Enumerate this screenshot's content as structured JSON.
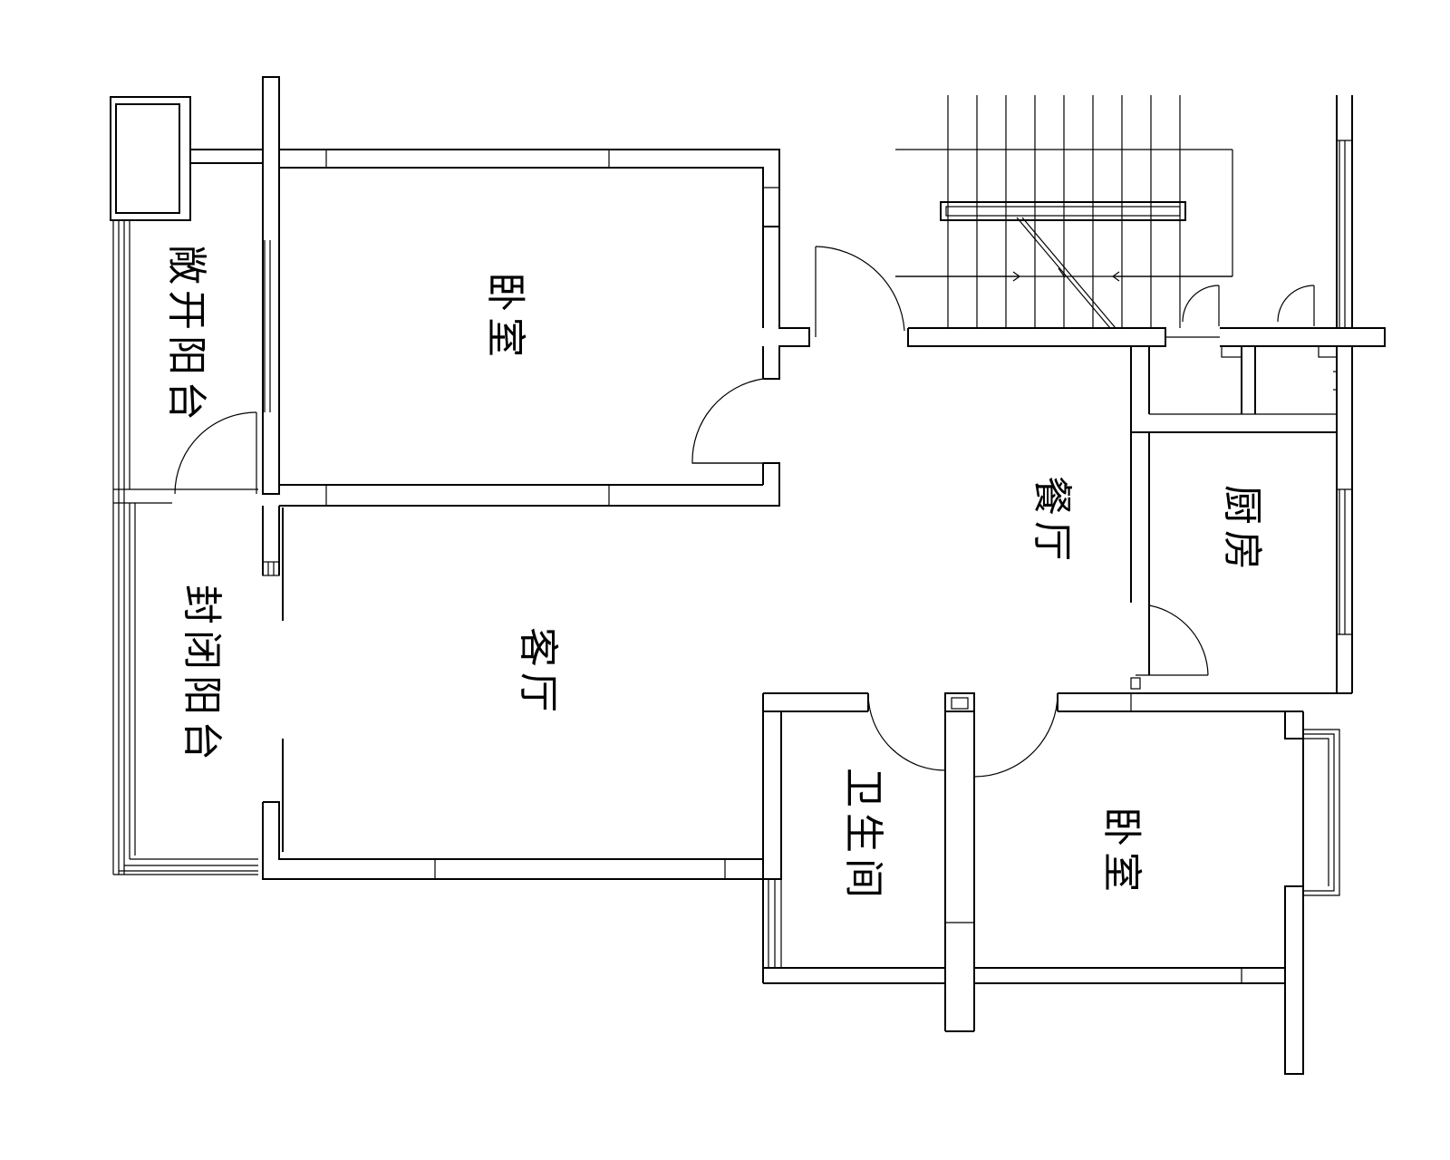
{
  "plan": {
    "rooms": {
      "bedroom_top": "卧室",
      "open_balcony": "敞开阳台",
      "enclosed_balcony": "封闭阳台",
      "living_room": "客厅",
      "dining_room": "餐厅",
      "kitchen": "厨房",
      "bathroom": "卫生间",
      "bedroom_bottom": "卧室"
    }
  }
}
